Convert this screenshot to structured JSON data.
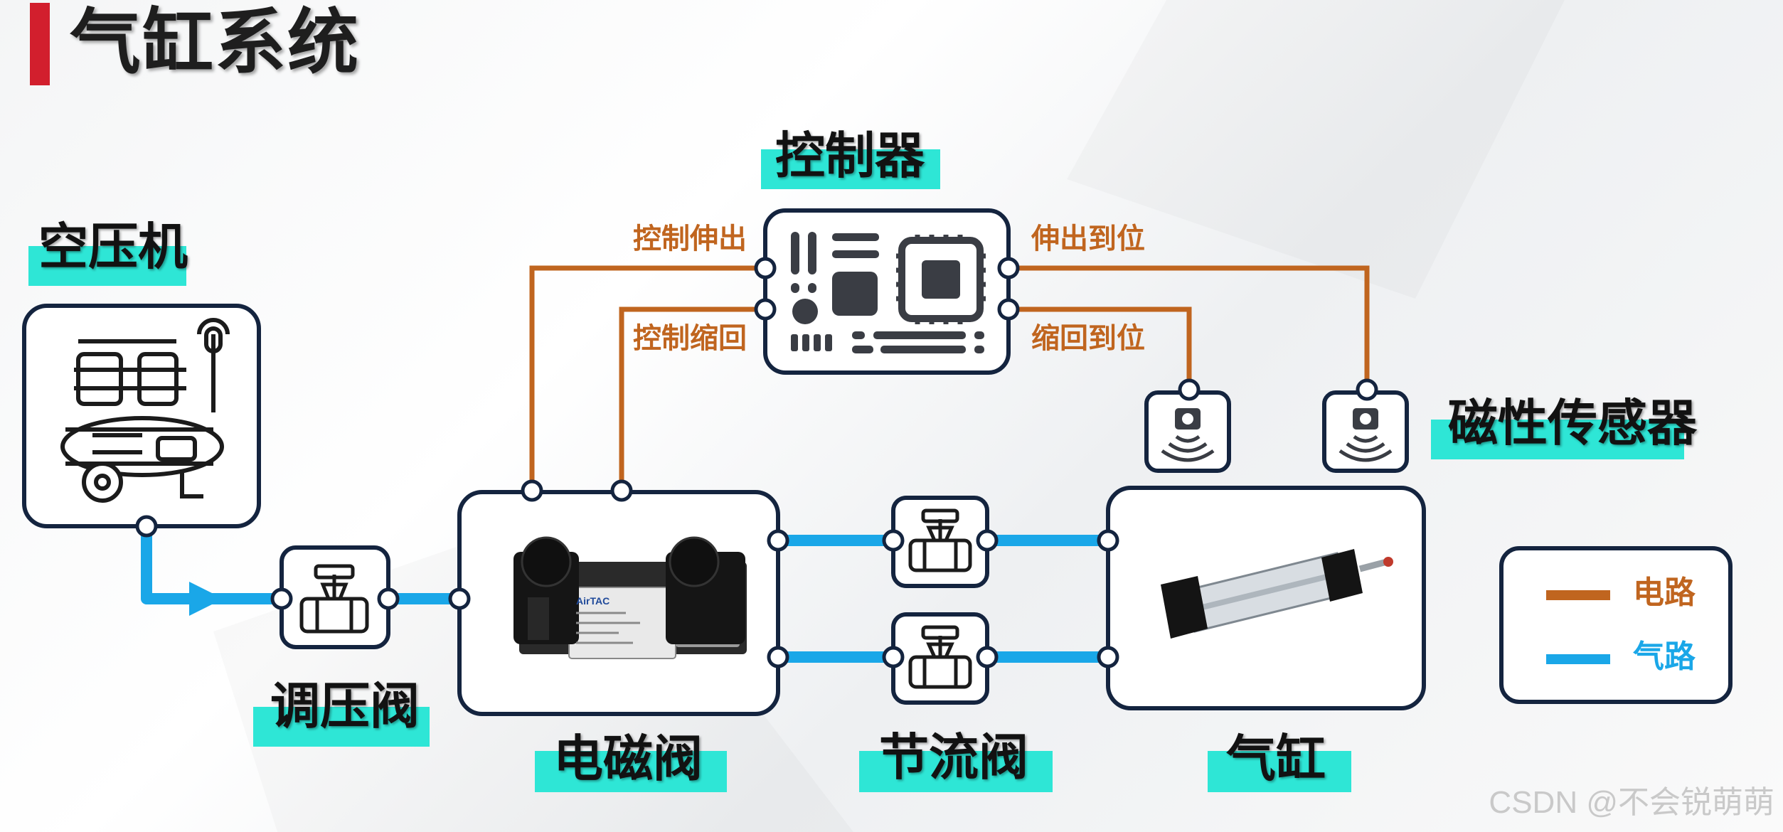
{
  "title": "气缸系统",
  "components": {
    "compressor": "空压机",
    "pressure_valve": "调压阀",
    "solenoid_valve": "电磁阀",
    "throttle_valve": "节流阀",
    "cylinder": "气缸",
    "controller": "控制器",
    "magnetic_sensor": "磁性传感器"
  },
  "signals": {
    "extend_control": "控制伸出",
    "retract_control": "控制缩回",
    "extend_done": "伸出到位",
    "retract_done": "缩回到位"
  },
  "legend": {
    "circuit_label": "电路",
    "circuit_color": "#c0651f",
    "air_label": "气路",
    "air_color": "#1aa7e8"
  },
  "valve_brand": "AirTAC",
  "watermark": "CSDN @不会锐萌萌"
}
